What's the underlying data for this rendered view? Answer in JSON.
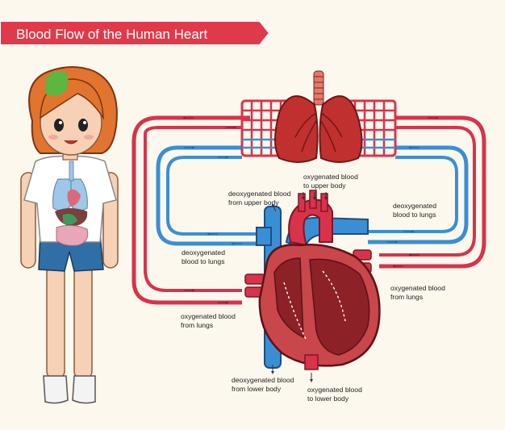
{
  "title": "Blood Flow of the Human Heart",
  "labels": {
    "oxygenated_upper": [
      "oxygenated blood",
      "to upper body"
    ],
    "deoxygenated_upper": [
      "deoxygenated blood",
      "from upper body"
    ],
    "deoxygenated_to_lungs_right": [
      "deoxygenated",
      "blood to lungs"
    ],
    "deoxygenated_to_lungs_left": [
      "deoxygenated",
      "blood to lungs"
    ],
    "oxygenated_from_lungs_right": [
      "oxygenated blood",
      "from lungs"
    ],
    "oxygenated_from_lungs_left": [
      "oxygenated blood",
      "from lungs"
    ],
    "deoxygenated_lower": [
      "deoxygenated blood",
      "from lower body"
    ],
    "oxygenated_lower": [
      "oxygenated blood",
      "to lower body"
    ]
  },
  "colors": {
    "background": "#fcf8ee",
    "banner": "#e03a4a",
    "red_vessel": "#d8334a",
    "blue_vessel": "#3a8fd4",
    "heart_muscle": "#c9464a",
    "heart_dark": "#7f1d22",
    "lung": "#c0302f",
    "hair": "#e1742e"
  }
}
